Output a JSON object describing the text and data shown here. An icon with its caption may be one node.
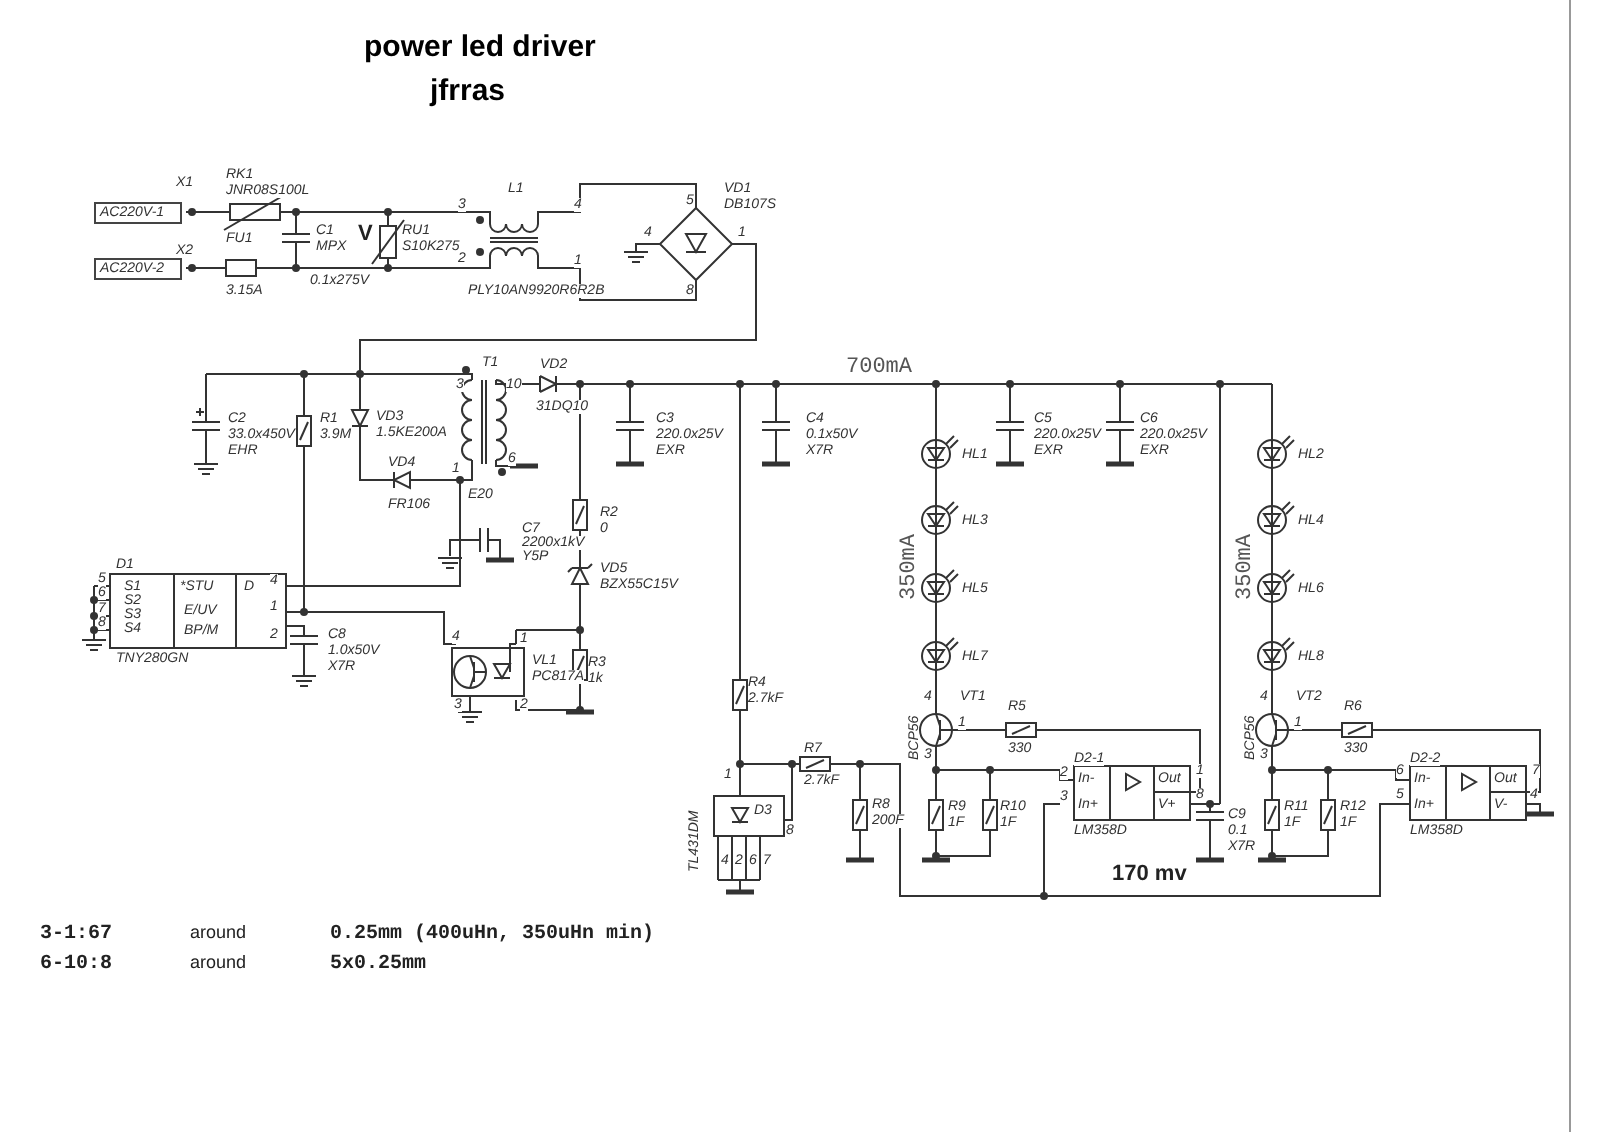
{
  "diagram": {
    "title": "power led driver",
    "labels": [
      "jfrras",
      "X1",
      "RK1",
      "JNR08S100L",
      "L1",
      "5",
      "VD1",
      "DB107S",
      "AC220V-1",
      "3",
      "4",
      "C1",
      "MPX",
      "V",
      "RU1",
      "S10K275",
      "4",
      "1",
      "X2",
      "FU1",
      "AC220V-2",
      "2",
      "1",
      "0.1x275V",
      "3.15A",
      "PLY10AN9920R6R2B",
      "8",
      "700mA",
      "T1",
      "VD2",
      "3",
      "10",
      "31DQ10",
      "C2",
      "33.0x450V",
      "EHR",
      "R1",
      "3.9M",
      "VD3",
      "1.5KE200A",
      "C3",
      "220.0x25V",
      "EXR",
      "C4",
      "0.1x50V",
      "X7R",
      "C5",
      "220.0x25V",
      "EXR",
      "C6",
      "220.0x25V",
      "EXR",
      "HL1",
      "HL2",
      "VD4",
      "1",
      "6",
      "E20",
      "FR106",
      "HL3",
      "HL4",
      "R2",
      "0",
      "350mA",
      "350mA",
      "C7",
      "2200x1kV",
      "Y5P",
      "VD5",
      "BZX55C15V",
      "HL5",
      "HL6",
      "D1",
      "5",
      "S1",
      "*STU",
      "D",
      "4",
      "6",
      "S2",
      "7",
      "S3",
      "E/UV",
      "1",
      "8",
      "S4",
      "BP/M",
      "2",
      "TNY280GN",
      "C8",
      "1.0x50V",
      "X7R",
      "4",
      "1",
      "VL1",
      "PC817A",
      "R3",
      "1k",
      "HL7",
      "HL8",
      "R4",
      "2.7kF",
      "3",
      "2",
      "4",
      "VT1",
      "R5",
      "4",
      "VT2",
      "R6",
      "1",
      "1",
      "R7",
      "BCP56",
      "3",
      "330",
      "BCP56",
      "3",
      "330",
      "D2-1",
      "D2-2",
      "2",
      "In-",
      "Out",
      "1",
      "6",
      "In-",
      "Out",
      "7",
      "1",
      "2.7kF",
      "3",
      "In+",
      "V+",
      "8",
      "5",
      "In+",
      "V-",
      "4",
      "D3",
      "R8",
      "R9",
      "R10",
      "C9",
      "R11",
      "R12",
      "8",
      "LM358D",
      "LM358D",
      "200F",
      "1F",
      "1F",
      "0.1",
      "1F",
      "1F",
      "TL431DM",
      "X7R",
      "170 mv",
      "4",
      "2",
      "6",
      "7",
      "3-1:67",
      "around",
      "0.25mm (400uHn, 350uHn min)",
      "6-10:8",
      "around",
      "5x0.25mm"
    ]
  }
}
